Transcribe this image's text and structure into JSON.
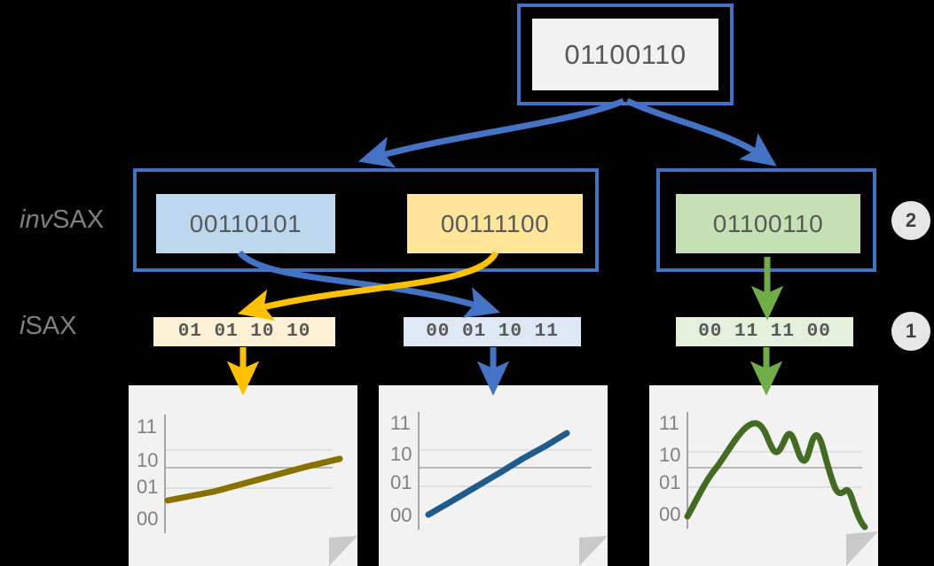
{
  "background": "#000000",
  "palette": {
    "blue_border": "#4472c4",
    "blue_fill": "#bdd7ee",
    "blue_token_fill": "#dee8f5",
    "blue_line": "#1f5c8b",
    "yellow_fill": "#fee599",
    "yellow_token_fill": "#fdf1d5",
    "yellow_arrow": "#ffc000",
    "olive_line": "#897100",
    "green_fill": "#c5e0b4",
    "green_token_fill": "#e4efdc",
    "green_arrow": "#70ad47",
    "green_line": "#446b22",
    "root_fill": "#f2f2f2",
    "badge_fill": "#e7e6e6",
    "text_gray": "#595959",
    "label_gray": "#808080"
  },
  "row_labels": {
    "invsax": {
      "italic": "inv",
      "upright": "SAX"
    },
    "isax": {
      "italic": "i",
      "upright": "SAX"
    }
  },
  "badges": [
    {
      "name": "step-2",
      "value": "2"
    },
    {
      "name": "step-1",
      "value": "1"
    }
  ],
  "root": {
    "value": "01100110"
  },
  "invsax_row": {
    "left_group": {
      "nodes": [
        {
          "name": "invsax-node-blue",
          "value": "00110101",
          "color": "blue"
        },
        {
          "name": "invsax-node-yellow",
          "value": "00111100",
          "color": "yellow"
        }
      ]
    },
    "right_group": {
      "nodes": [
        {
          "name": "invsax-node-green",
          "value": "01100110",
          "color": "green"
        }
      ]
    }
  },
  "isax_row": {
    "tokens": [
      {
        "name": "isax-token-yellow",
        "value": "01 01 10 10",
        "color": "yellow"
      },
      {
        "name": "isax-token-blue",
        "value": "00 01 10 11",
        "color": "blue"
      },
      {
        "name": "isax-token-green",
        "value": "00 11 11 00",
        "color": "green"
      }
    ]
  },
  "charts": [
    {
      "name": "chart-olive",
      "type": "line",
      "yticks": [
        "11",
        "10",
        "01",
        "00"
      ],
      "line_color": "#897100",
      "x": [
        0,
        0.12,
        0.25,
        0.4,
        0.55,
        0.7,
        0.85,
        1.0
      ],
      "y": [
        0.88,
        1.02,
        1.16,
        1.32,
        1.47,
        1.62,
        1.76,
        1.9
      ],
      "ylim": [
        0,
        3
      ],
      "grid": true
    },
    {
      "name": "chart-blue",
      "type": "line",
      "yticks": [
        "11",
        "10",
        "01",
        "00"
      ],
      "line_color": "#1f5c8b",
      "x": [
        0,
        0.15,
        0.3,
        0.45,
        0.6,
        0.75,
        0.9,
        1.0
      ],
      "y": [
        0.12,
        0.49,
        0.86,
        1.23,
        1.6,
        1.97,
        2.34,
        2.6
      ],
      "ylim": [
        0,
        3
      ],
      "grid": true
    },
    {
      "name": "chart-green",
      "type": "line",
      "yticks": [
        "11",
        "10",
        "01",
        "00"
      ],
      "line_color": "#446b22",
      "x": [
        0.0,
        0.06,
        0.13,
        0.2,
        0.27,
        0.33,
        0.4,
        0.46,
        0.52,
        0.58,
        0.63,
        0.68,
        0.73,
        0.78,
        0.83,
        0.88,
        0.93,
        1.0
      ],
      "y": [
        0.1,
        0.72,
        1.33,
        1.8,
        2.2,
        2.52,
        2.62,
        2.4,
        2.1,
        2.35,
        2.03,
        1.7,
        2.3,
        1.72,
        1.05,
        0.78,
        0.88,
        0.05
      ],
      "ylim": [
        0,
        3
      ],
      "grid": true
    }
  ]
}
